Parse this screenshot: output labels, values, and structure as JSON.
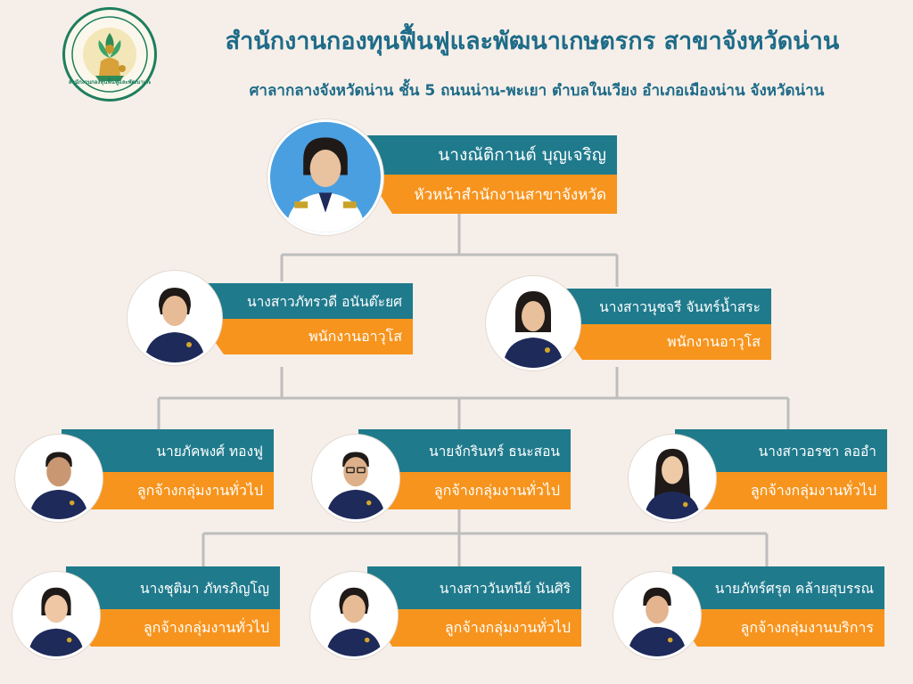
{
  "header": {
    "org_name": "สำนักงานกองทุนฟื้นฟูและพัฒนาเกษตรกร สาขาจังหวัดน่าน",
    "address": "ศาลากลางจังหวัดน่าน ชั้น 5 ถนนน่าน-พะเยา ตำบลในเวียง อำเภอเมืองน่าน จังหวัดน่าน",
    "logo_icon": "farmer-fund-seal-icon",
    "logo_text": "สำนักงานกองทุนฟื้นฟูและพัฒนาเกษตรกร"
  },
  "colors": {
    "background": "#f6efe9",
    "name_bar": "#1f7a8c",
    "role_bar": "#f7941d",
    "title_text": "#1d6b88",
    "connector": "#bdbdbd",
    "shirt_formal": "#ffffff",
    "shirt_staff": "#1e2a5a"
  },
  "staff": [
    {
      "name": "นางณัติกานต์  บุญเจริญ",
      "role": "หัวหน้าสำนักงานสาขาจังหวัด",
      "avatar": "formal-woman-portrait-icon"
    },
    {
      "name": "นางสาวภัทรวดี อนันต๊ะยศ",
      "role": "พนักงานอาวุโส",
      "avatar": "woman-portrait-icon"
    },
    {
      "name": "นางสาวนุชจรี  จันทร์น้ำสระ",
      "role": "พนักงานอาวุโส",
      "avatar": "woman-portrait-icon"
    },
    {
      "name": "นายภัคพงศ์ ทองฟู",
      "role": "ลูกจ้างกลุ่มงานทั่วไป",
      "avatar": "man-portrait-icon"
    },
    {
      "name": "นายจักรินทร์ ธนะสอน",
      "role": "ลูกจ้างกลุ่มงานทั่วไป",
      "avatar": "man-glasses-portrait-icon"
    },
    {
      "name": "นางสาวอรชา  ลออำ",
      "role": "ลูกจ้างกลุ่มงานทั่วไป",
      "avatar": "woman-long-hair-portrait-icon"
    },
    {
      "name": "นางชุติมา ภัทรภิญโญ",
      "role": "ลูกจ้างกลุ่มงานทั่วไป",
      "avatar": "woman-portrait-icon"
    },
    {
      "name": "นางสาววันทนีย์ นันศิริ",
      "role": "ลูกจ้างกลุ่มงานทั่วไป",
      "avatar": "woman-short-hair-portrait-icon"
    },
    {
      "name": "นายภัทร์ศรุต คล้ายสุบรรณ",
      "role": "ลูกจ้างกลุ่มงานบริการ",
      "avatar": "man-portrait-icon"
    }
  ]
}
